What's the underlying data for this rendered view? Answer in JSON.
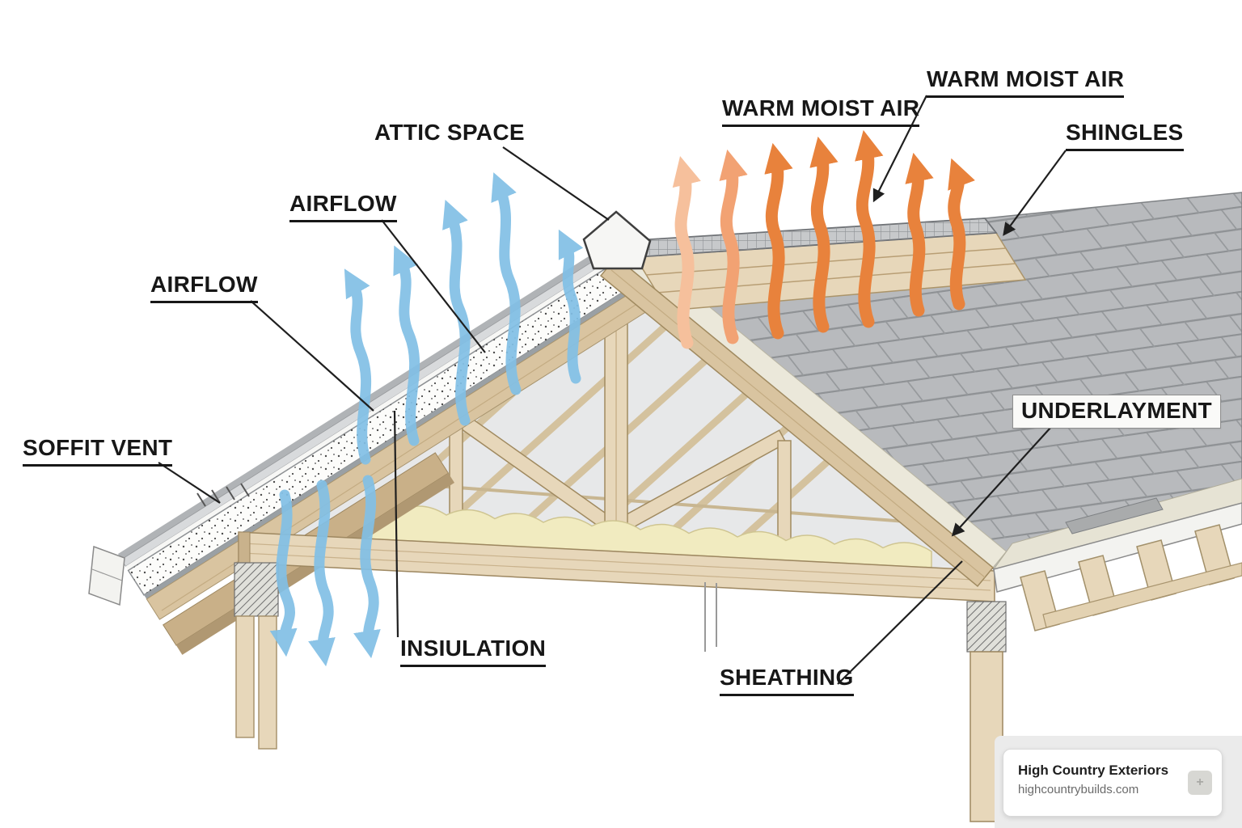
{
  "labels": {
    "warm_moist_air_left": "WARM MOIST AIR",
    "warm_moist_air_right": "WARM MOIST AIR",
    "shingles": "SHINGLES",
    "attic_space": "ATTIC SPACE",
    "airflow_upper": "AIRFLOW",
    "airflow_lower": "AIRFLOW",
    "soffit_vent": "SOFFIT VENT",
    "underlayment": "UNDERLAYMENT",
    "insulation": "INSIULATION",
    "sheathing": "SHEATHING"
  },
  "branding": {
    "title": "High Country Exteriors",
    "url": "highcountrybuilds.com",
    "badge_glyph": "+"
  },
  "colors": {
    "airflow_blue": "#82c0e6",
    "warm_orange": "#e8823c",
    "warm_orange_mid": "#f2a273",
    "warm_orange_light": "#f6c09c",
    "wood_light": "#e7d7ba",
    "wood_mid": "#d9c4a0",
    "wood_dark": "#c9b088",
    "shingle_gray": "#b8babd",
    "shingle_line": "#8f9295",
    "insulation_yellow": "#f1ebc0",
    "interior_gray": "#e7e8e9",
    "underlayment_cream": "#ebe8da",
    "label_text": "#171717",
    "leader_black": "#1f1f1f"
  }
}
